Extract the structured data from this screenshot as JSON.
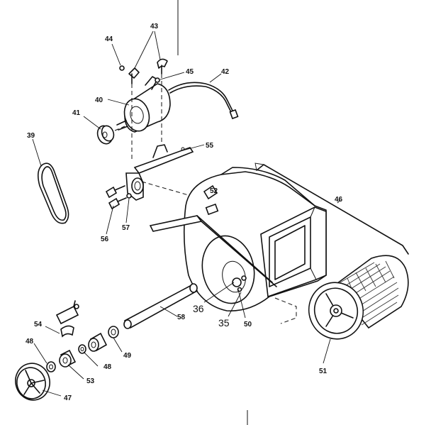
{
  "callouts": {
    "c44": "44",
    "c43": "43",
    "c45": "45",
    "c42": "42",
    "c40": "40",
    "c41": "41",
    "c39": "39",
    "c55": "55",
    "c46": "46",
    "c56": "56",
    "c57": "57",
    "c36": "36",
    "c35": "35",
    "c58": "58",
    "c50": "50",
    "c51": "51",
    "c54": "54",
    "c48a": "48",
    "c49": "49",
    "c48b": "48",
    "c53": "53",
    "c47": "47"
  }
}
